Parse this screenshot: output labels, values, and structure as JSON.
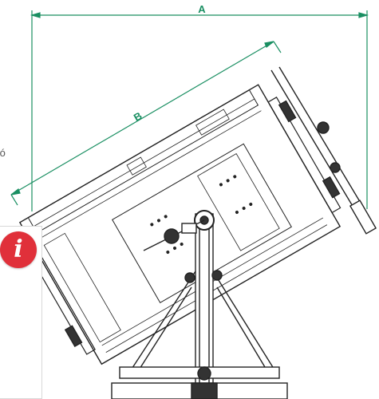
{
  "diagram": {
    "dimension_a_label": "A",
    "dimension_b_label": "B"
  },
  "side_text": "tó",
  "info_badge": {
    "glyph": "i",
    "icon": "info-icon",
    "color": "#e0303a"
  },
  "colors": {
    "dimension_line": "#1a8f62",
    "drawing_line": "#222222"
  }
}
